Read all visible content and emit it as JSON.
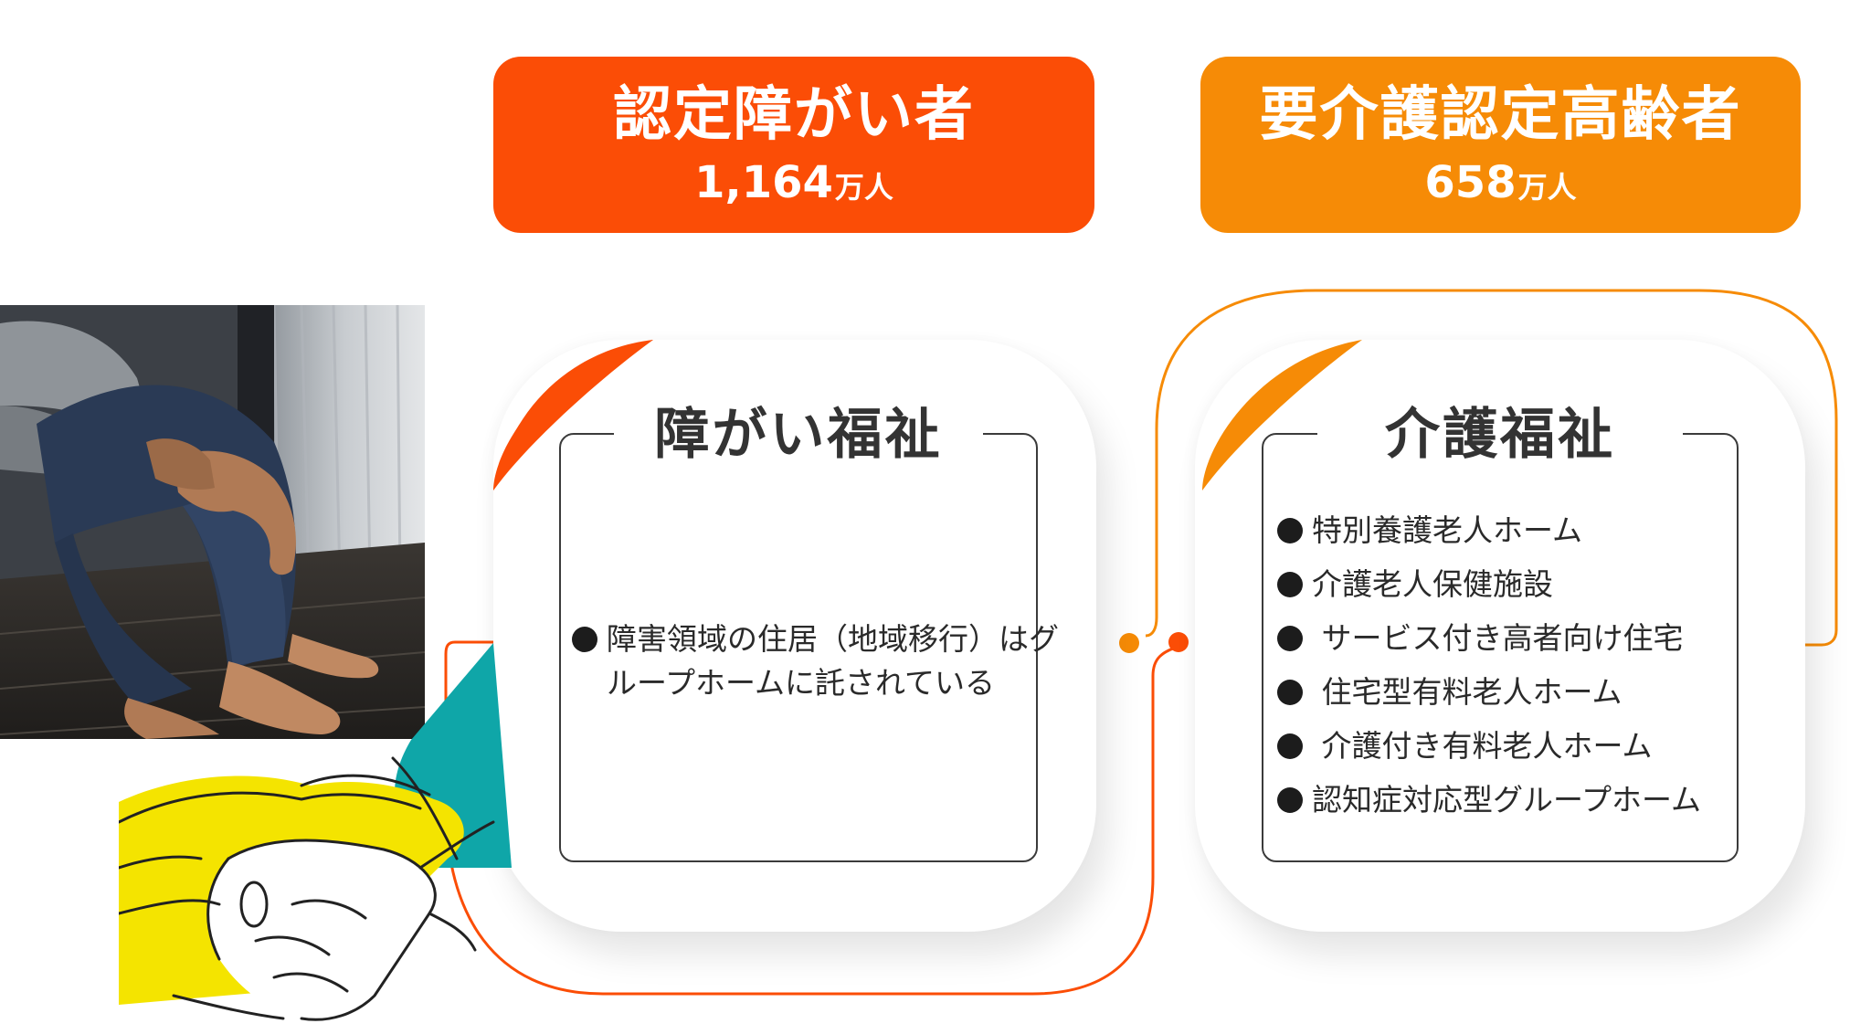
{
  "colors": {
    "red_orange": "#fb4d06",
    "orange": "#f68b06",
    "teal": "#0fa6a8",
    "yellow": "#f4e400"
  },
  "header": {
    "left": {
      "title": "認定障がい者",
      "count": "1,164",
      "unit": "万人"
    },
    "right": {
      "title": "要介護認定高齢者",
      "count": "658",
      "unit": "万人"
    }
  },
  "cards": {
    "left": {
      "title": "障がい福祉",
      "items": [
        "障害領域の住居（地域移行）はグループホームに託されている"
      ]
    },
    "right": {
      "title": "介護福祉",
      "items": [
        "特別養護老人ホーム",
        "介護老人保健施設",
        " サービス付き高者向け住宅",
        " 住宅型有料老人ホーム",
        " 介護付き有料老人ホーム",
        "認知症対応型グループホーム"
      ]
    }
  },
  "images": {
    "photo": "person-sitting-on-floor-photo",
    "illustration": "holding-hands-illustration"
  }
}
